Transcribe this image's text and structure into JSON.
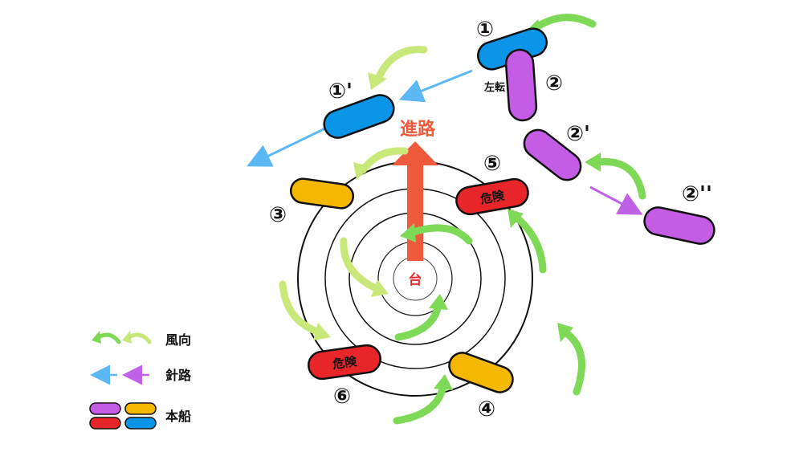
{
  "center_label": "台",
  "heading_label": "進路",
  "markers": {
    "m1": "①",
    "m1p": "①'",
    "m2": "②",
    "m2p": "②'",
    "m2pp": "②''",
    "m3": "③",
    "m4": "④",
    "m5": "⑤",
    "m6": "⑥"
  },
  "turn_label": "左転",
  "danger_label": "危険",
  "legend": {
    "wind": "風向",
    "course": "針路",
    "ship": "本船"
  },
  "colors": {
    "heading_arrow": "#f05a3c",
    "wind_green": "#7ed957",
    "wind_light": "#c9e87a",
    "course_blue": "#5bb8f5",
    "course_purple": "#c062e8",
    "ship_purple": "#c45ce6",
    "ship_yellow": "#f5b800",
    "ship_red": "#e8262a",
    "ship_blue": "#0a95e8"
  }
}
